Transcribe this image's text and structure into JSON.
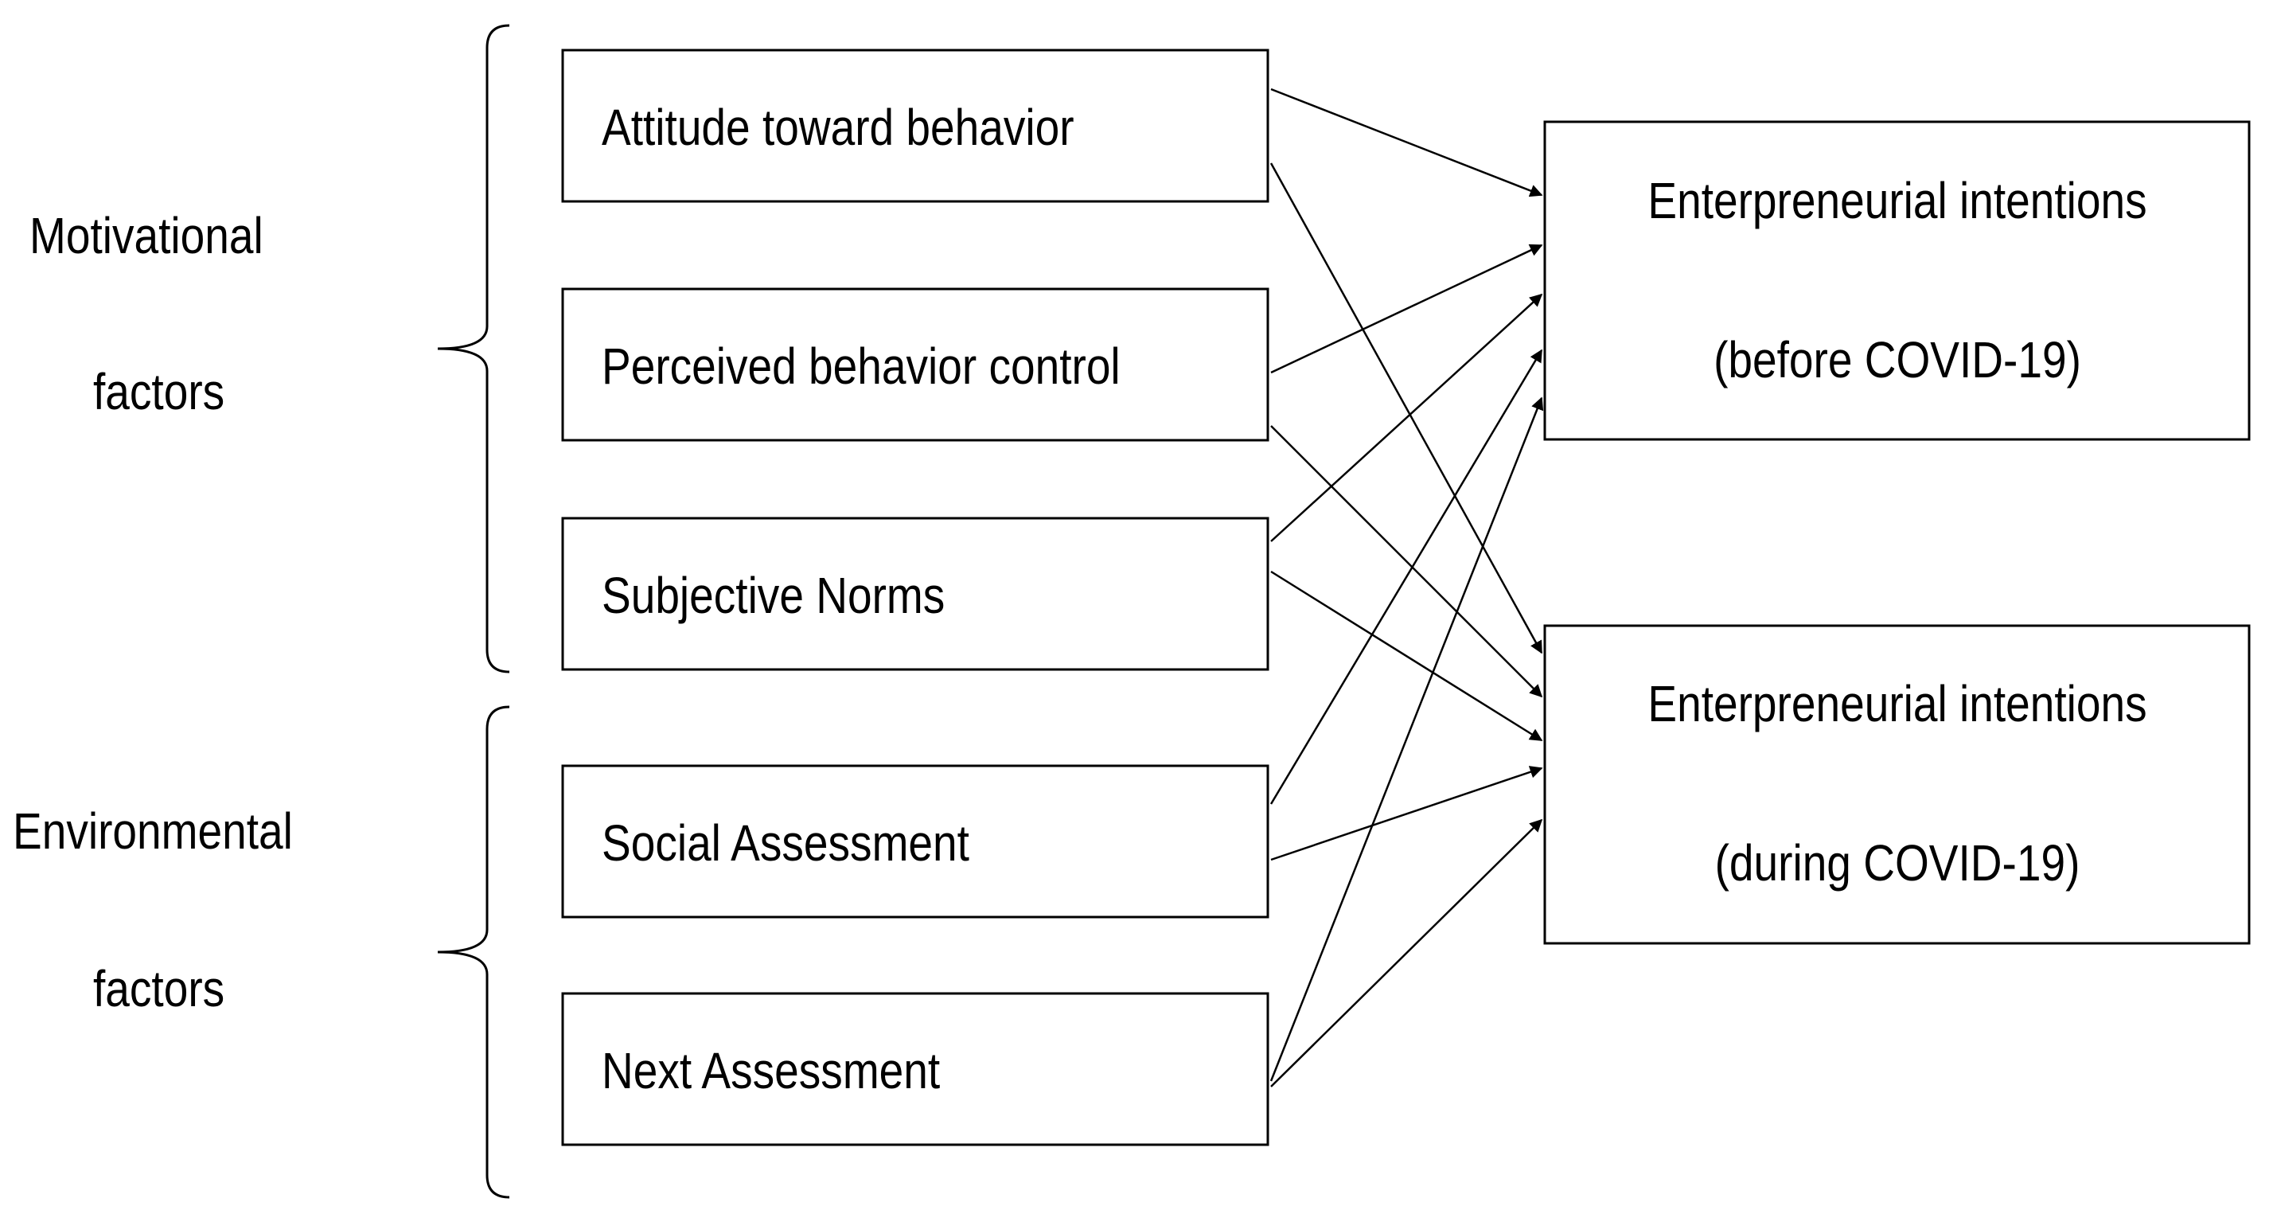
{
  "groups": {
    "motivational": {
      "line1": "Motivational",
      "line2": "factors"
    },
    "environmental": {
      "line1": "Environmental",
      "line2": "factors"
    }
  },
  "factors": [
    {
      "id": "attitude",
      "label": "Attitude toward behavior"
    },
    {
      "id": "pbc",
      "label": "Perceived behavior control"
    },
    {
      "id": "subjective",
      "label": "Subjective Norms"
    },
    {
      "id": "social",
      "label": "Social Assessment"
    },
    {
      "id": "next",
      "label": "Next Assessment"
    }
  ],
  "outcomes": [
    {
      "id": "before",
      "line1": "Enterpreneurial intentions",
      "line2": "(before COVID-19)"
    },
    {
      "id": "during",
      "line1": "Enterpreneurial intentions",
      "line2": "(during COVID-19)"
    }
  ],
  "edges": [
    {
      "from": "attitude",
      "to": "before"
    },
    {
      "from": "attitude",
      "to": "during"
    },
    {
      "from": "pbc",
      "to": "before"
    },
    {
      "from": "pbc",
      "to": "during"
    },
    {
      "from": "subjective",
      "to": "before"
    },
    {
      "from": "subjective",
      "to": "during"
    },
    {
      "from": "social",
      "to": "before"
    },
    {
      "from": "social",
      "to": "during"
    },
    {
      "from": "next",
      "to": "before"
    },
    {
      "from": "next",
      "to": "during"
    }
  ]
}
